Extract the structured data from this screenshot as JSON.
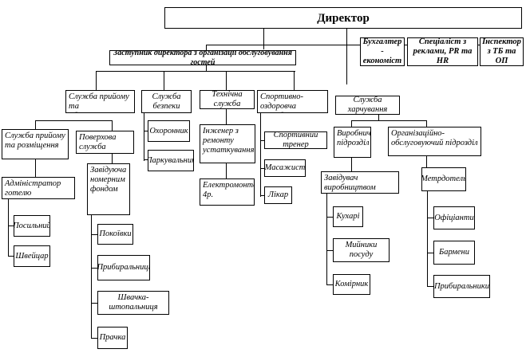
{
  "director": "Директор",
  "deputy": "Заступник директора з організації обслуговування гостей",
  "accountant": "Бухгалтер - економіст",
  "pr_specialist": "Спеціаліст з реклами, PR та HR",
  "safety_inspector": "Інспектор з ТБ та ОП",
  "reception": {
    "title": "Служба прийому та обслуговування",
    "accommodation": "Служба прийому та розміщення",
    "administrator": "Адміністратор готелю",
    "porter": "Посильний",
    "doorman": "Швейцар",
    "floor": "Поверхова служба",
    "room_manager": "Завідуюча номерним фондом",
    "maids": "Покоївки",
    "cleaners": "Прибиральниці",
    "seamstress": "Швачка-штопальниця",
    "laundress": "Прачка"
  },
  "security": {
    "title": "Служба безпеки",
    "guard": "Охоронник",
    "parking": "Паркувальник"
  },
  "technical": {
    "title": "Технічна служба",
    "engineer": "Інженер з ремонту устаткування",
    "electrician": "Електромонтер 4р."
  },
  "sport": {
    "title": "Спортивно-оздоровча служба",
    "trainer": "Спортивний тренер",
    "masseur": "Масажист",
    "doctor": "Лікар"
  },
  "food": {
    "title": "Служба харчування",
    "production": "Виробничий підрозділ",
    "production_head": "Завідувач виробництвом",
    "cooks": "Кухарі",
    "dishwashers": "Мийники посуду",
    "storekeeper": "Комірник",
    "service": "Організаційно-обслуговуючий підрозділ",
    "maitre": "Метрдотель",
    "waiters": "Офіціанти",
    "barmen": "Бармени",
    "food_cleaners": "Прибиральники"
  }
}
